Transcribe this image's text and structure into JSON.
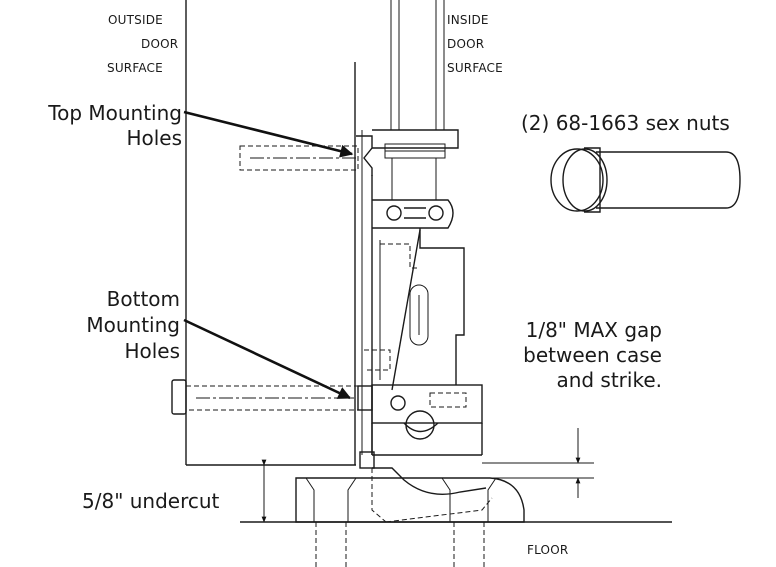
{
  "labels": {
    "outside_door_surface": [
      "OUTSIDE",
      "DOOR",
      "SURFACE"
    ],
    "inside_door_surface": [
      "INSIDE",
      "DOOR",
      "SURFACE"
    ],
    "top_mounting_holes": [
      "Top Mounting",
      "Holes"
    ],
    "bottom_mounting_holes": [
      "Bottom",
      "Mounting",
      "Holes"
    ],
    "sex_nuts": "(2) 68-1663 sex nuts",
    "max_gap": [
      "1/8\" MAX gap",
      "between case",
      "and strike."
    ],
    "undercut": "5/8\" undercut",
    "floor": "FLOOR"
  }
}
